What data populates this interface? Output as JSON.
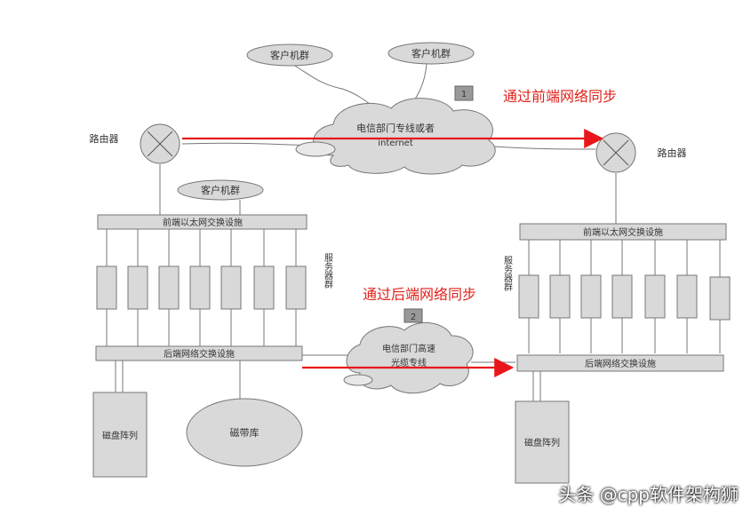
{
  "labels": {
    "client_top_left": "客户机群",
    "client_top_right": "客户机群",
    "client_mid": "客户机群",
    "cloud_top_line1": "电信部门专线或者",
    "cloud_top_line2": "internet",
    "cloud_bottom_line1": "电信部门高速",
    "cloud_bottom_line2": "光缆专线",
    "badge_1": "1",
    "badge_2": "2",
    "router_left": "路由器",
    "router_right": "路由器",
    "front_switch_left": "前端以太网交换设施",
    "front_switch_right": "前端以太网交换设施",
    "back_switch_left": "后端网络交换设施",
    "back_switch_right": "后端网络交换设施",
    "server_group_left": "服务器群",
    "server_group_right": "服务器群",
    "disk_left": "磁盘阵列",
    "disk_right": "磁盘阵列",
    "tape": "磁带库"
  },
  "annotations": {
    "front_sync": "通过前端网络同步",
    "back_sync": "通过后端网络同步"
  },
  "watermark": "头条 @cpp软件架构狮",
  "colors": {
    "arrow": "#e8161a",
    "annotation": "#e0201a",
    "line": "#666666",
    "fill": "#d9d9d9"
  }
}
